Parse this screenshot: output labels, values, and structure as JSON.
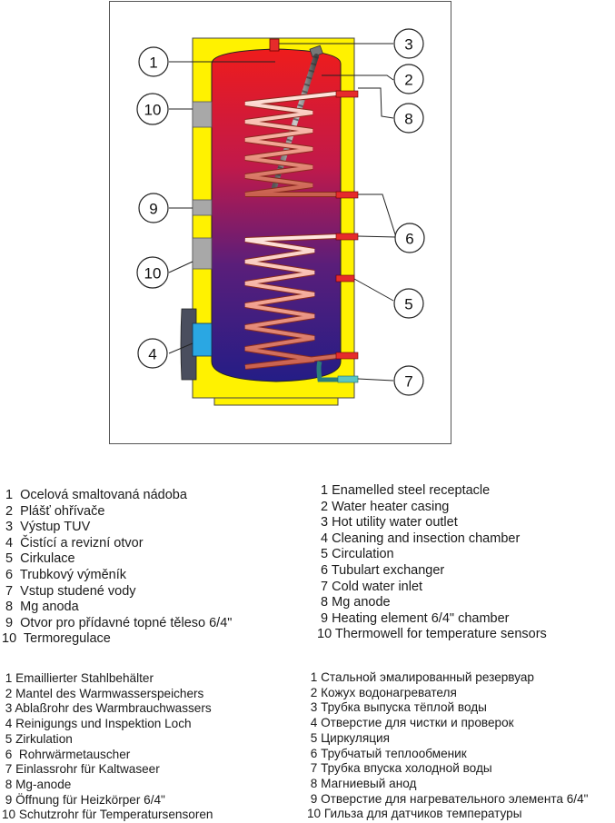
{
  "callouts": {
    "c1": "1",
    "c2": "2",
    "c3": "3",
    "c4": "4",
    "c5": "5",
    "c6": "6",
    "c7": "7",
    "c8": "8",
    "c9": "9",
    "c10a": "10",
    "c10b": "10"
  },
  "legend_cz": [
    " 1  Ocelová smaltovaná nádoba",
    " 2  Plášť ohřívače",
    " 3  Výstup TUV",
    " 4  Čistící a revizní otvor",
    " 5  Cirkulace",
    " 6  Trubkový výměník",
    " 7  Vstup studené vody",
    " 8  Mg anoda",
    " 9  Otvor pro přídavné topné těleso 6/4\"",
    "10  Termoregulace"
  ],
  "legend_en": [
    " 1 Enamelled steel receptacle",
    " 2 Water heater casing",
    " 3 Hot utility water outlet",
    " 4 Cleaning and insection chamber",
    " 5 Circulation",
    " 6 Tubulart exchanger",
    " 7 Cold water inlet",
    " 8 Mg anode",
    " 9 Heating element 6/4\" chamber",
    "10 Thermowell for temperature sensors"
  ],
  "legend_de": [
    " 1 Emaillierter Stahlbehälter",
    " 2 Mantel des Warmwasserspeichers",
    " 3 Ablaßrohr des Warmbrauchwassers",
    " 4 Reinigungs und Inspektion Loch",
    " 5 Zirkulation",
    " 6  Rohrwärmetauscher",
    " 7 Einlassrohr für Kaltwaseer",
    " 8 Mg-anode",
    " 9 Öffnung für Heizkörper 6/4\"",
    "10 Schutzrohr für Temperatursensoren"
  ],
  "legend_ru": [
    " 1 Стальной эмалированный резервуар",
    " 2 Кожух водонагревателя",
    " 3 Трубка выпуска тёплой воды",
    " 4 Отверстие для чистки и проверок",
    " 5 Циркуляция",
    " 6 Трубчатый теплообменик",
    " 7 Трубка впуска холодной воды",
    " 8 Магниевый анод",
    " 9 Отверстие для нагревательного элемента 6/4\"",
    "10 Гильза для датчиков температуры"
  ],
  "colors": {
    "casing": "#fff200",
    "tank_top": "#e8151e",
    "tank_bottom": "#2b1f86",
    "coil": "#f2b4a8",
    "pipe": "#e62b2b",
    "grey_port": "#a8a8a8",
    "inspection": "#2aa7e3",
    "cold_inlet": "#5bc6c2"
  }
}
